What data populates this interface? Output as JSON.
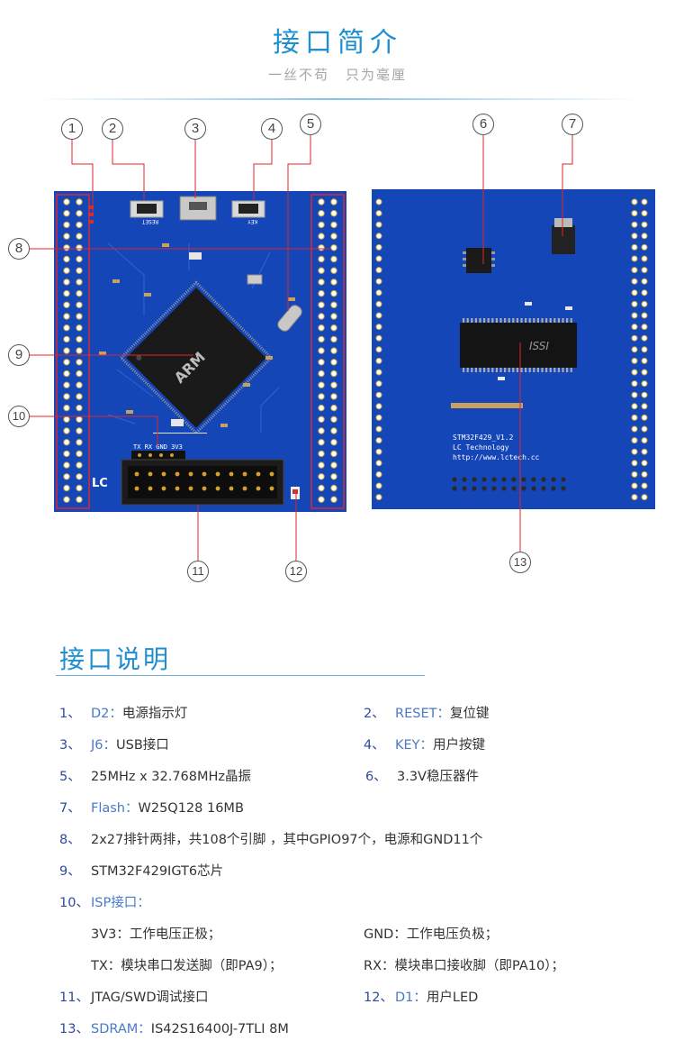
{
  "header": {
    "title": "接口简介",
    "subtitle_left": "一丝不苟",
    "subtitle_right": "只为毫厘"
  },
  "callouts": [
    "1",
    "2",
    "3",
    "4",
    "5",
    "6",
    "7",
    "8",
    "9",
    "10",
    "11",
    "12",
    "13"
  ],
  "board_silk": {
    "reset_btn": "RESET",
    "key_btn": "KEY",
    "isp_header": "TX RX GND 3V3",
    "mcu": "ARM",
    "sdram_chip": "ISSI",
    "board_name": "STM32F429_V1.2",
    "company": "LC Technology",
    "url": "http://www.lctech.cc",
    "lc_mark": "LC"
  },
  "section": {
    "title": "接口说明"
  },
  "specs": [
    {
      "num": "1、",
      "term": "D2",
      "sep": "：",
      "desc": "电源指示灯"
    },
    {
      "num": "2、",
      "term": "RESET",
      "sep": "：",
      "desc": "复位键"
    },
    {
      "num": "3、",
      "term": "J6",
      "sep": "：",
      "desc": "USB接口"
    },
    {
      "num": "4、",
      "term": "KEY",
      "sep": "：",
      "desc": "用户按键"
    },
    {
      "num": "5、",
      "term": "",
      "sep": "",
      "desc": "25MHz x 32.768MHz晶振"
    },
    {
      "num": "6、",
      "term": "",
      "sep": "",
      "desc": "3.3V稳压器件"
    },
    {
      "num": "7、",
      "term": "Flash",
      "sep": "：",
      "desc": "W25Q128 16MB"
    },
    {
      "num": "8、",
      "term": "",
      "sep": "",
      "desc": "2x27排针两排，共108个引脚 ，其中GPIO97个，电源和GND11个"
    },
    {
      "num": "9、",
      "term": "",
      "sep": "",
      "desc": "STM32F429IGT6芯片"
    },
    {
      "num": "10、",
      "term": "ISP接口",
      "sep": "：",
      "desc": ""
    },
    {
      "num": "",
      "term": "",
      "sep": "",
      "desc": "3V3：工作电压正极；"
    },
    {
      "num": "",
      "term": "",
      "sep": "",
      "desc": "GND：工作电压负极；"
    },
    {
      "num": "",
      "term": "",
      "sep": "",
      "desc": "TX：模块串口发送脚（即PA9）；"
    },
    {
      "num": "",
      "term": "",
      "sep": "",
      "desc": "RX：模块串口接收脚（即PA10）；"
    },
    {
      "num": "11、",
      "term": "",
      "sep": "",
      "desc": "JTAG/SWD调试接口"
    },
    {
      "num": "12、",
      "term": "D1",
      "sep": "：",
      "desc": "用户LED"
    },
    {
      "num": "13、",
      "term": "SDRAM",
      "sep": "：",
      "desc": "IS42S16400J-7TLI 8M"
    }
  ],
  "colors": {
    "accent": "#1f8fd0",
    "pcb": "#1546b8",
    "number": "#2f4a9e",
    "term": "#4a79c6"
  }
}
